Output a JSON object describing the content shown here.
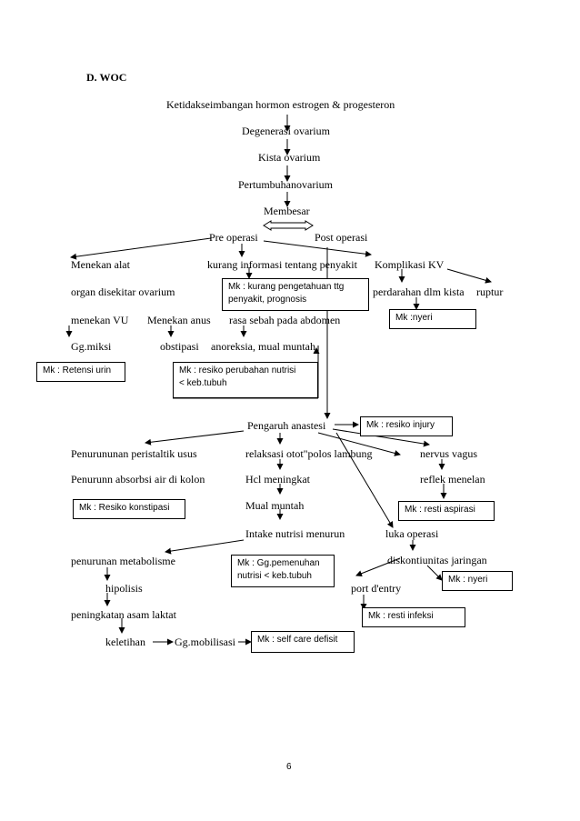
{
  "heading": "D.  WOC",
  "chain": {
    "top": "Ketidakseimbangan hormon estrogen & progesteron",
    "degenerasi": "Degenerasi ovarium",
    "kista": "Kista ovarium",
    "pertumbuhan": "Pertumbuhanovarium",
    "membesar": "Membesar",
    "pre": "Pre  operasi",
    "post": "Post operasi"
  },
  "pre_op": {
    "menekan_alat": "Menekan alat",
    "organ": "organ disekitar ovarium",
    "menekan_vu": "menekan VU",
    "menekan_anus": "Menekan anus",
    "gg_miksi": "Gg.miksi",
    "obstipasi": "obstipasi",
    "kurang_informasi": "kurang informasi tentang penyakit",
    "rasa_sebah": "rasa sebah pada abdomen",
    "anoreksia": "anoreksia, mual muntah",
    "komplikasi": "Komplikasi KV",
    "perdarahan": "perdarahan dlm kista",
    "ruptur": "ruptur"
  },
  "post_op": {
    "pengaruh": "Pengaruh anastesi",
    "penurunan_peristaltik": "Penurununan peristaltik usus",
    "penurunan_absorbsi": "Penurunn absorbsi air di kolon",
    "relaksasi": "relaksasi otot\"polos lambung",
    "hcl": "Hcl meningkat",
    "mual": "Mual muntah",
    "intake": "Intake nutrisi menurun",
    "nervus": "nervus vagus",
    "reflek": "reflek menelan",
    "luka": "luka operasi",
    "diskontiunitas": "diskontiunitas jaringan",
    "port": "port d'entry",
    "penurunan_metabolisme": "penurunan metabolisme",
    "hipolisis": "hipolisis",
    "asam_laktat": "peningkatan asam laktat",
    "keletihan": "keletihan",
    "gg_mobilisasi": "Gg.mobilisasi"
  },
  "diagnoses": {
    "retensi": "Mk : Retensi urin",
    "nutrisi_line1": "Mk : resiko perubahan nutrisi",
    "nutrisi_line2": "<  keb.tubuh",
    "pengetahuan_line1": "Mk : kurang pengetahuan ttg",
    "pengetahuan_line2": "penyakit, prognosis",
    "nyeri_pre": "Mk :nyeri",
    "injury": "Mk : resiko injury",
    "konstipasi": "Mk : Resiko konstipasi",
    "aspirasi": "Mk : resti aspirasi",
    "gg_nutrisi_line1": "Mk : Gg.pemenuhan",
    "gg_nutrisi_line2": "nutrisi < keb.tubuh",
    "nyeri_post": "Mk : nyeri",
    "infeksi": "Mk : resti infeksi",
    "self_care": "Mk : self care defisit"
  },
  "page_number": "6"
}
